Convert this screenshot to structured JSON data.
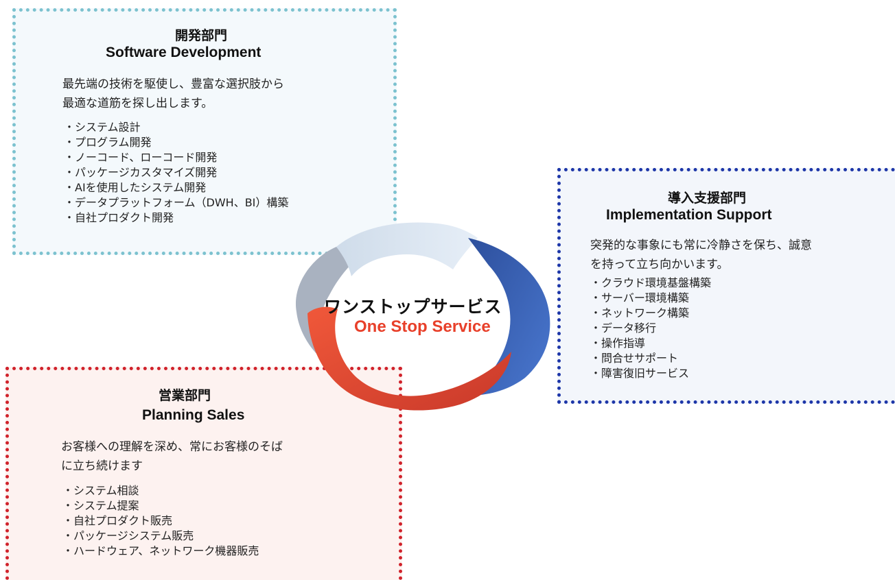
{
  "software_development": {
    "title_ja": "開発部門",
    "title_en": "Software Development",
    "description": [
      "最先端の技術を駆使し、豊富な選択肢から",
      "最適な道筋を探し出します。"
    ],
    "items": [
      "システム設計",
      "プログラム開発",
      "ノーコード、ローコード開発",
      "パッケージカスタマイズ開発",
      "AIを使用したシステム開発",
      "データプラットフォーム（DWH、BI）構築",
      "自社プロダクト開発"
    ]
  },
  "implementation_support": {
    "title_ja": "導入支援部門",
    "title_en": "Implementation Support",
    "description": [
      "突発的な事象にも常に冷静さを保ち、誠意",
      "を持って立ち向かいます。"
    ],
    "items": [
      "クラウド環境基盤構築",
      "サーバー環境構築",
      "ネットワーク構築",
      "データ移行",
      "操作指導",
      "問合せサポート",
      "障害復旧サービス"
    ]
  },
  "planning_sales": {
    "title_ja": "営業部門",
    "title_en": "Planning Sales",
    "description": [
      "お客様への理解を深め、常にお客様のそば",
      "に立ち続けます"
    ],
    "items": [
      "システム相談",
      "システム提案",
      "自社プロダクト販売",
      "パッケージシステム販売",
      "ハードウェア、ネットワーク機器販売"
    ]
  },
  "center": {
    "title_ja": "ワンストップサービス",
    "title_en": "One Stop Service"
  },
  "colors": {
    "dev_border": "#7cc2cf",
    "impl_border": "#1d36a8",
    "sales_border": "#d0222b",
    "accent_text": "#e8402a",
    "arrow_blue": "#3a63b8",
    "arrow_red": "#e04a2e",
    "arrow_lightblue": "#dbe6f2",
    "arrow_gray": "#a9b2c0"
  }
}
